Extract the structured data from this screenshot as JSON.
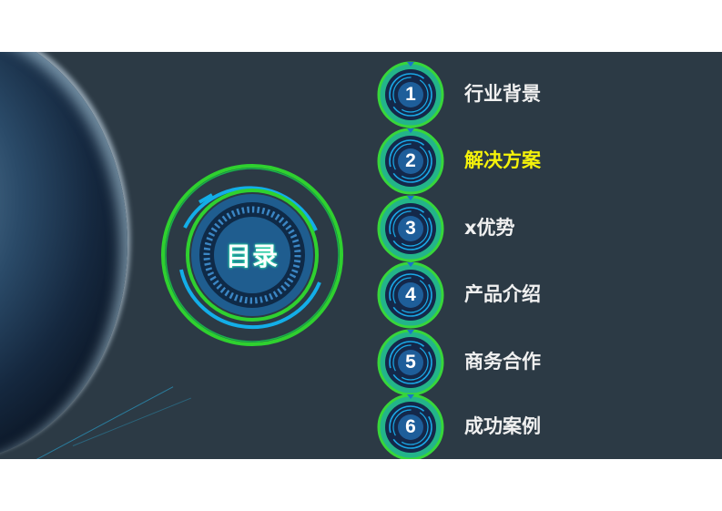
{
  "slide": {
    "background": "#2c3a45",
    "toc": {
      "title": "目录",
      "ring_green": "#2fd12f",
      "ring_blue": "#13aee8"
    },
    "items": [
      {
        "number": "1",
        "label": "行业背景",
        "active": false
      },
      {
        "number": "2",
        "label": "解决方案",
        "active": true
      },
      {
        "number": "3",
        "label": "x优势",
        "active": false
      },
      {
        "number": "4",
        "label": "产品介绍",
        "active": false
      },
      {
        "number": "5",
        "label": "商务合作",
        "active": false
      },
      {
        "number": "6",
        "label": "成功案例",
        "active": false
      }
    ],
    "colors": {
      "label": "#f0f0f0",
      "active_label": "#f5f20a"
    }
  }
}
